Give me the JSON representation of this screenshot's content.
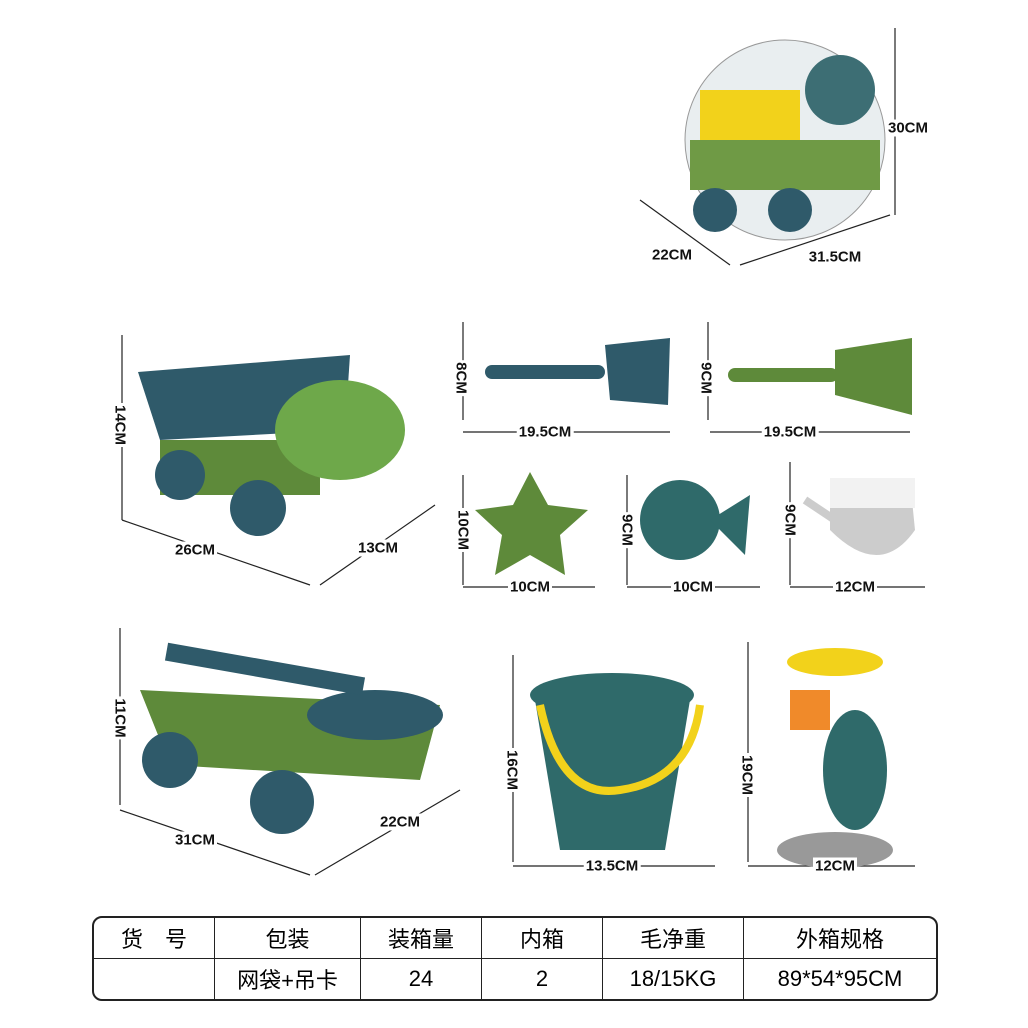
{
  "dimensions": {
    "package_height": "30CM",
    "package_depth": "22CM",
    "package_width": "31.5CM",
    "truck_height": "14CM",
    "truck_length": "26CM",
    "truck_width": "13CM",
    "shovel_height": "8CM",
    "shovel_length": "19.5CM",
    "rake_height": "9CM",
    "rake_length": "19.5CM",
    "star_height": "10CM",
    "star_width": "10CM",
    "fish_height": "9CM",
    "fish_width": "10CM",
    "can_height": "9CM",
    "can_width": "12CM",
    "cart_height": "11CM",
    "cart_length": "31CM",
    "cart_width": "22CM",
    "bucket_height": "16CM",
    "bucket_width": "13.5CM",
    "mill_height": "19CM",
    "mill_width": "12CM"
  },
  "table": {
    "headers": [
      "货　号",
      "包装",
      "装箱量",
      "内箱",
      "毛净重",
      "外箱规格"
    ],
    "row": [
      "",
      "网袋+吊卡",
      "24",
      "2",
      "18/15KG",
      "89*54*95CM"
    ]
  },
  "colors": {
    "dark_teal": "#2f5a6a",
    "green": "#5e8a3a",
    "yellow": "#f2d21b",
    "orange": "#f08a2a"
  }
}
